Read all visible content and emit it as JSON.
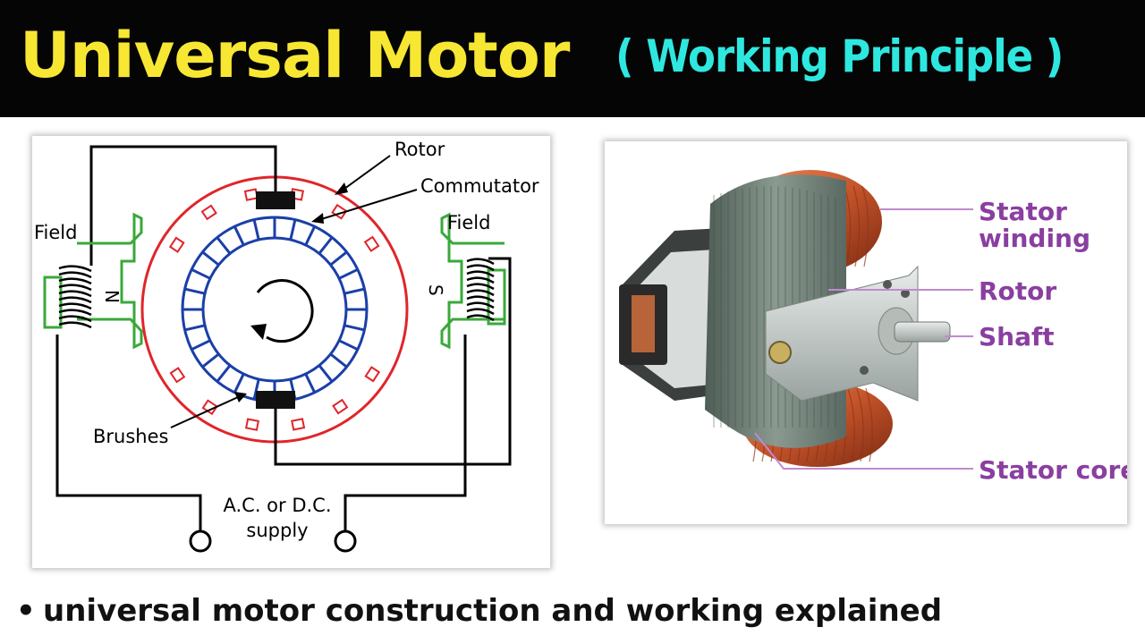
{
  "header": {
    "title": "Universal Motor",
    "subtitle": "( Working Principle )"
  },
  "left_diagram": {
    "labels": {
      "rotor": "Rotor",
      "commutator": "Commutator",
      "field_left": "Field",
      "field_right": "Field",
      "pole_n": "N",
      "pole_s": "S",
      "brushes": "Brushes",
      "supply_line1": "A.C. or D.C.",
      "supply_line2": "supply"
    },
    "colors": {
      "rotor_ring": "#e0252a",
      "commutator": "#1b3fa8",
      "field_pole": "#3aa83a",
      "wire": "#000000"
    }
  },
  "right_diagram": {
    "labels": {
      "stator_winding_line1": "Stator",
      "stator_winding_line2": "winding",
      "rotor": "Rotor",
      "shaft": "Shaft",
      "stator_core": "Stator core"
    },
    "colors": {
      "label": "#8a3fa0",
      "copper": "#c4532a",
      "core": "#6b7d72"
    }
  },
  "caption": {
    "bullet": "•",
    "text": "universal motor construction and working explained"
  },
  "colors": {
    "header_bg": "#050505",
    "title": "#f7e733",
    "subtitle": "#2ee8e0"
  }
}
